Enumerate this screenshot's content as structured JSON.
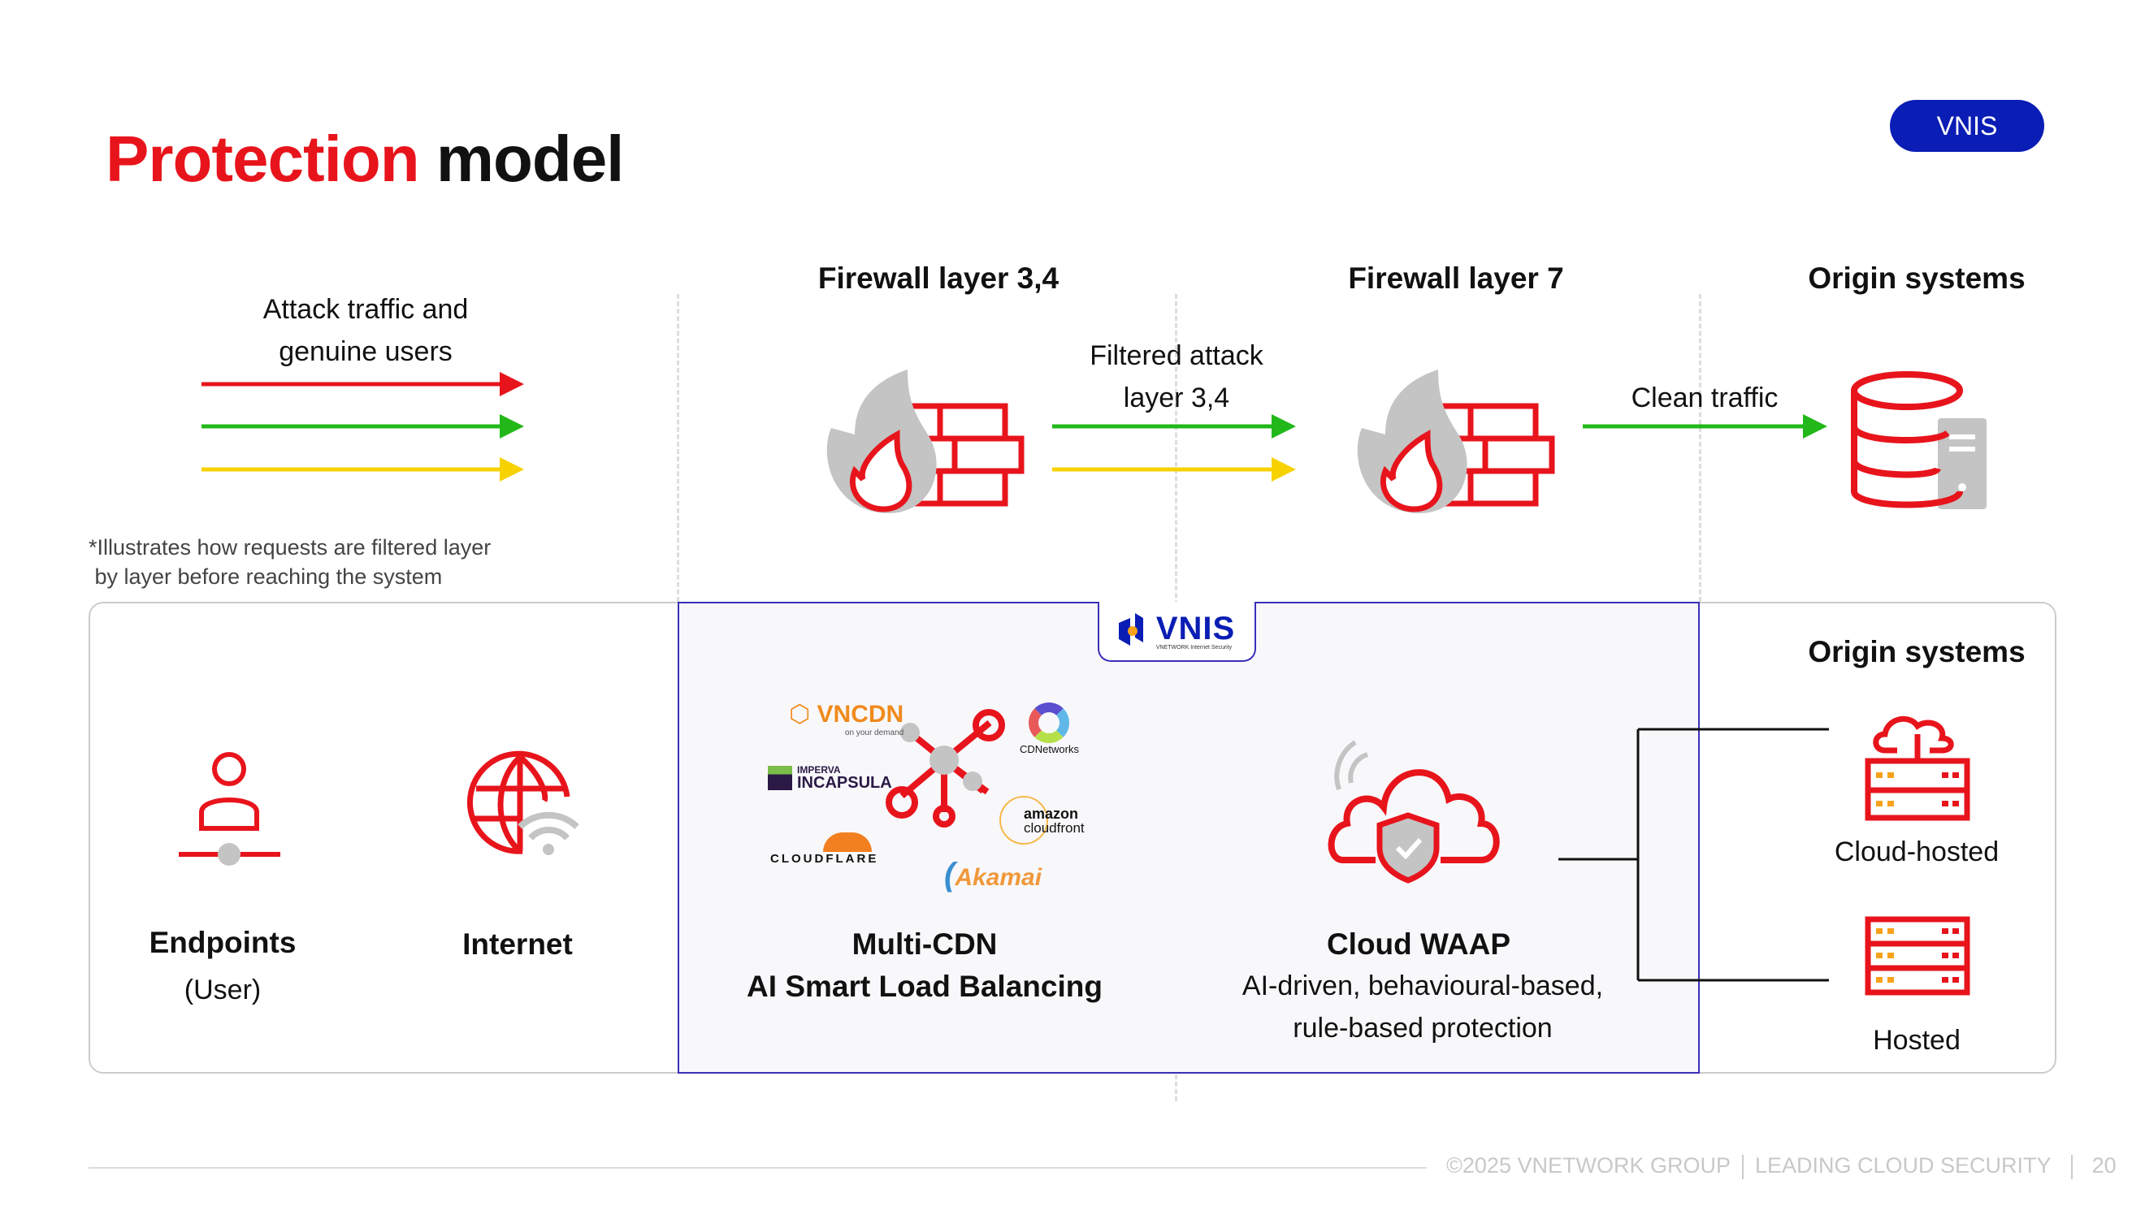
{
  "title": {
    "highlight": "Protection",
    "rest": " model"
  },
  "badge": "VNIS",
  "top": {
    "attack_label_1": "Attack traffic and",
    "attack_label_2": "genuine users",
    "fw34": "Firewall layer 3,4",
    "fw7": "Firewall layer 7",
    "origin": "Origin systems",
    "filtered_1": "Filtered attack",
    "filtered_2": "layer 3,4",
    "clean": "Clean traffic",
    "note_1": "*Illustrates how requests are filtered layer",
    "note_2": " by layer before reaching the system"
  },
  "bottom": {
    "vnis_logo": "VNIS",
    "vnis_tagline": "VNETWORK Internet Security",
    "endpoints_1": "Endpoints",
    "endpoints_2": "(User)",
    "internet": "Internet",
    "cdn_logos": [
      "VNCDN",
      "on your demand",
      "IMPERVA",
      "INCAPSULA",
      "CLOUDFLARE",
      "CDNetworks",
      "amazon",
      "cloudfront",
      "Akamai"
    ],
    "multicdn_1": "Multi-CDN",
    "multicdn_2": "AI Smart Load Balancing",
    "waap_title": "Cloud WAAP",
    "waap_1": "AI-driven, behavioural-based,",
    "waap_2": "rule-based protection",
    "origin": "Origin systems",
    "cloud_hosted": "Cloud-hosted",
    "hosted": "Hosted"
  },
  "footer": {
    "left": "©2025 VNETWORK GROUP",
    "right": "LEADING CLOUD SECURITY",
    "page": "20"
  },
  "colors": {
    "red": "#e8141c",
    "green": "#22b81a",
    "yellow": "#f7d200",
    "brand": "#0a1db4",
    "icon_gray": "#c4c4c4"
  }
}
